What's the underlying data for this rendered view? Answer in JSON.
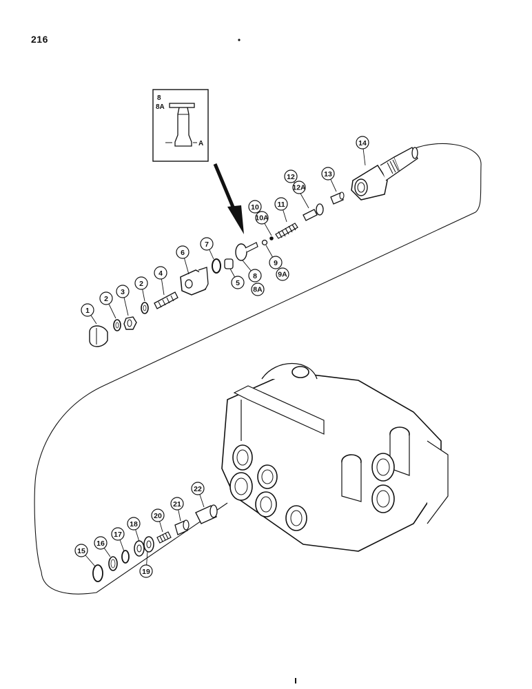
{
  "page_number": "216",
  "inset": {
    "labels": [
      "8",
      "8A"
    ],
    "dimension_label": "A"
  },
  "callouts": [
    {
      "id": "c1",
      "label": "1"
    },
    {
      "id": "c2a",
      "label": "2"
    },
    {
      "id": "c3",
      "label": "3"
    },
    {
      "id": "c2b",
      "label": "2"
    },
    {
      "id": "c4",
      "label": "4"
    },
    {
      "id": "c5",
      "label": "5"
    },
    {
      "id": "c6",
      "label": "6"
    },
    {
      "id": "c7",
      "label": "7"
    },
    {
      "id": "c8",
      "label": "8",
      "sub": "8A"
    },
    {
      "id": "c9",
      "label": "9",
      "sub": "9A"
    },
    {
      "id": "c10",
      "label": "10",
      "sub": "10A"
    },
    {
      "id": "c11",
      "label": "11"
    },
    {
      "id": "c12",
      "label": "12",
      "sub": "12A"
    },
    {
      "id": "c13",
      "label": "13"
    },
    {
      "id": "c14",
      "label": "14"
    },
    {
      "id": "c15",
      "label": "15"
    },
    {
      "id": "c16",
      "label": "16"
    },
    {
      "id": "c17",
      "label": "17"
    },
    {
      "id": "c18",
      "label": "18"
    },
    {
      "id": "c19",
      "label": "19"
    },
    {
      "id": "c20",
      "label": "20"
    },
    {
      "id": "c21",
      "label": "21"
    },
    {
      "id": "c22",
      "label": "22"
    }
  ]
}
